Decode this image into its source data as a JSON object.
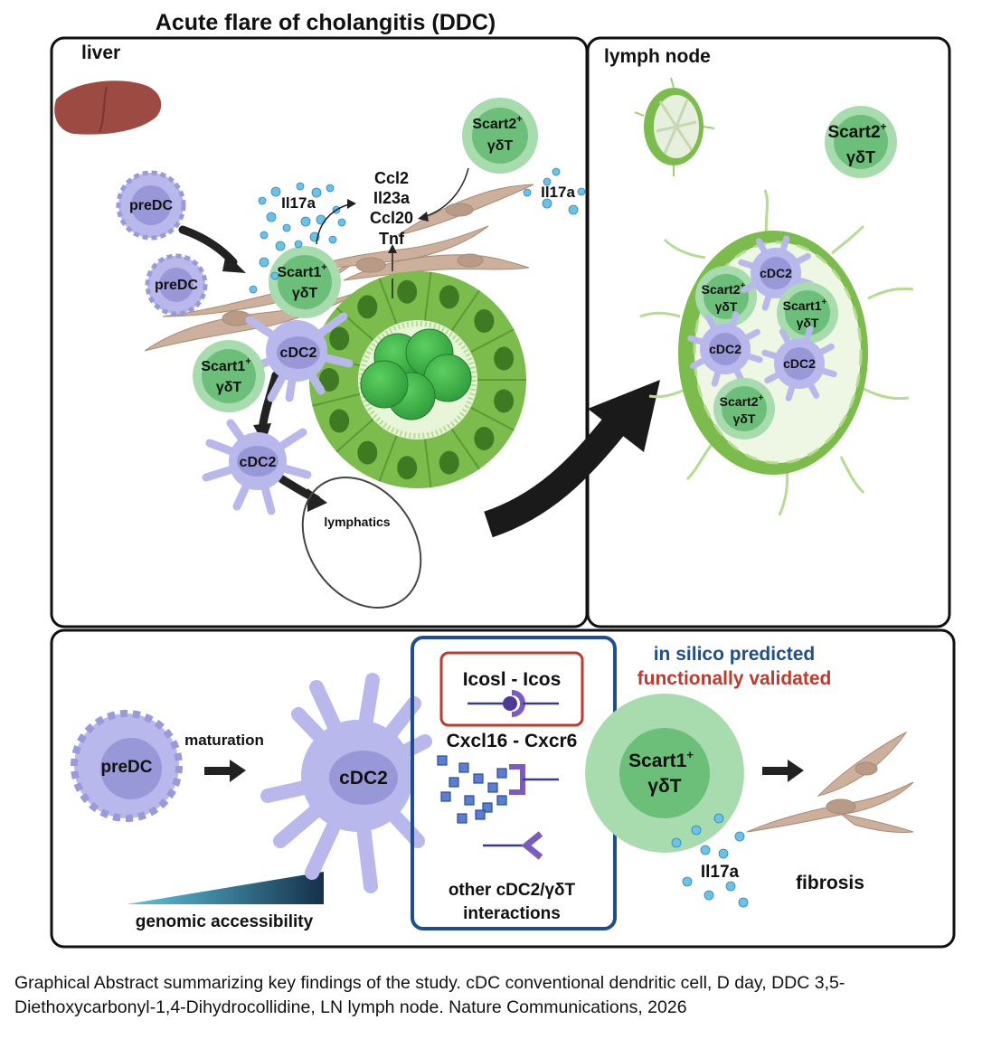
{
  "title": "Acute flare of  cholangitis (DDC)",
  "panels": {
    "liver": {
      "heading": "liver",
      "cells": {
        "predc_a": "preDC",
        "predc_b": "preDC",
        "cdc2_a": "cDC2",
        "cdc2_b": "cDC2",
        "scart2_line1": "Scart2",
        "scart2_sup": "+",
        "scart2_line2": "γδT",
        "scart1_a_line1": "Scart1",
        "scart1_a_sup": "+",
        "scart1_a_line2": "γδT",
        "scart1_b_line1": "Scart1",
        "scart1_b_sup": "+",
        "scart1_b_line2": "γδT"
      },
      "il17a_left": "Il17a",
      "il17a_right": "Il17a",
      "cytokines": [
        "Ccl2",
        "Il23a",
        "Ccl20",
        "Tnf"
      ],
      "lymphatics": "lymphatics"
    },
    "lymph_node": {
      "heading": "lymph node",
      "free_cell_line1": "Scart2",
      "free_cell_sup": "+",
      "free_cell_line2": "γδT",
      "node_cells": [
        {
          "l1": "Scart2",
          "sup": "+",
          "l2": "γδT"
        },
        {
          "l1": "cDC2",
          "sup": "",
          "l2": ""
        },
        {
          "l1": "Scart1",
          "sup": "+",
          "l2": "γδT"
        },
        {
          "l1": "cDC2",
          "sup": "",
          "l2": ""
        },
        {
          "l1": "cDC2",
          "sup": "",
          "l2": ""
        },
        {
          "l1": "Scart2",
          "sup": "+",
          "l2": "γδT"
        }
      ]
    },
    "bottom": {
      "predc": "preDC",
      "maturation": "maturation",
      "cdc2": "cDC2",
      "genomic_accessibility": "genomic accessibility",
      "legend_predicted": "in silico predicted",
      "legend_validated": "functionally validated",
      "pair1": "Icosl - Icos",
      "pair2": "Cxcl16 - Cxcr6",
      "other_line1": "other cDC2/γδT",
      "other_line2": "interactions",
      "scart1_line1": "Scart1",
      "scart1_sup": "+",
      "scart1_line2": "γδT",
      "il17a": "Il17a",
      "fibrosis": "fibrosis"
    }
  },
  "caption_line1": "Graphical Abstract summarizing key findings of the study. cDC conventional dendritic cell, D day, DDC 3,5-",
  "caption_line2": "Diethoxycarbonyl-1,4-Dihydrocollidine, LN lymph node. Nature Communications, 2026",
  "colors": {
    "cdc_purple": "#b8b8ec",
    "cdc_nucleus": "#9898d8",
    "gd_t_green": "#a8dcae",
    "gd_t_nucleus": "#6cbf78",
    "cholangiocyte_green": "#7cbc4c",
    "fibroblast_tan": "#cdb09c",
    "il17a_blue": "#4aa8d8",
    "predicted_blue": "#1f4e8c",
    "validated_red": "#c0392b",
    "liver_brown": "#9c4a42"
  }
}
